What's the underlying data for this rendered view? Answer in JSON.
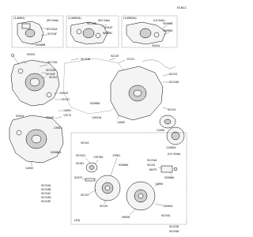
{
  "diagram": {
    "ref_code": "E1611",
    "inset_headers": [
      "(14080)",
      "(14080A)",
      "(14080A)"
    ],
    "inset_side_notes": [
      "(RH Side)",
      "(RH Side)",
      "(LH Side)"
    ],
    "inset_labels": [
      "92154/A",
      "92066B",
      "92154F",
      "92154E",
      "92043",
      "92066C",
      "92066B",
      "92066A",
      "92004"
    ],
    "main_labels": [
      "92004",
      "92173A",
      "92153A",
      "92154F",
      "92153",
      "92043",
      "92161",
      "14061",
      "13272",
      "92004",
      "92043",
      "92154",
      "14062",
      "14063",
      "13081",
      "92066/A",
      "14091A",
      "92066A",
      "92154B",
      "92145",
      "13151",
      "92153",
      "92154A",
      "92154",
      "11060",
      "11060A"
    ],
    "lower_left_labels": [
      "92154A",
      "92154B",
      "92154C",
      "92154D",
      "92154E"
    ],
    "bottom_section": {
      "section_label": "(4S)",
      "labels": [
        "921541",
        "13078A",
        "92161",
        "13081",
        "92037",
        "92152",
        "92145",
        "49006",
        "14090",
        "92066A",
        "92154A",
        "92154",
        "16075",
        "92066A",
        "14090A",
        "92154J"
      ],
      "bottom_right_labels": [
        "921538",
        "921548"
      ]
    },
    "lh_note": "(LH Side)"
  }
}
